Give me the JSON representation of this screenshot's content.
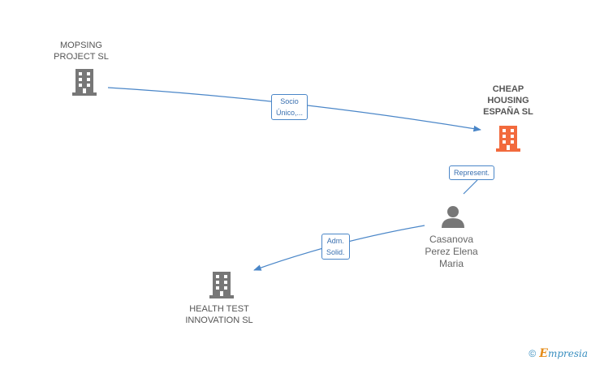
{
  "nodes": {
    "mopsing": {
      "label": "MOPSING\nPROJECT  SL"
    },
    "cheap_housing": {
      "label": "CHEAP\nHOUSING\nESPAÑA SL"
    },
    "casanova": {
      "label": "Casanova\nPerez Elena\nMaria"
    },
    "health_test": {
      "label": "HEALTH TEST\nINNOVATION  SL"
    }
  },
  "edges": {
    "socio": {
      "label": "Socio\nÚnico,..."
    },
    "represent": {
      "label": "Represent."
    },
    "adm": {
      "label": "Adm.\nSolid."
    }
  },
  "footer": {
    "copyright_symbol": "©",
    "brand_first": "E",
    "brand_rest": "mpresia"
  },
  "colors": {
    "company": "#777777",
    "company_main": "#f26a3d",
    "person": "#777777",
    "edge": "#4a86c8"
  },
  "icons": {
    "company": "building-icon",
    "person": "person-icon"
  }
}
